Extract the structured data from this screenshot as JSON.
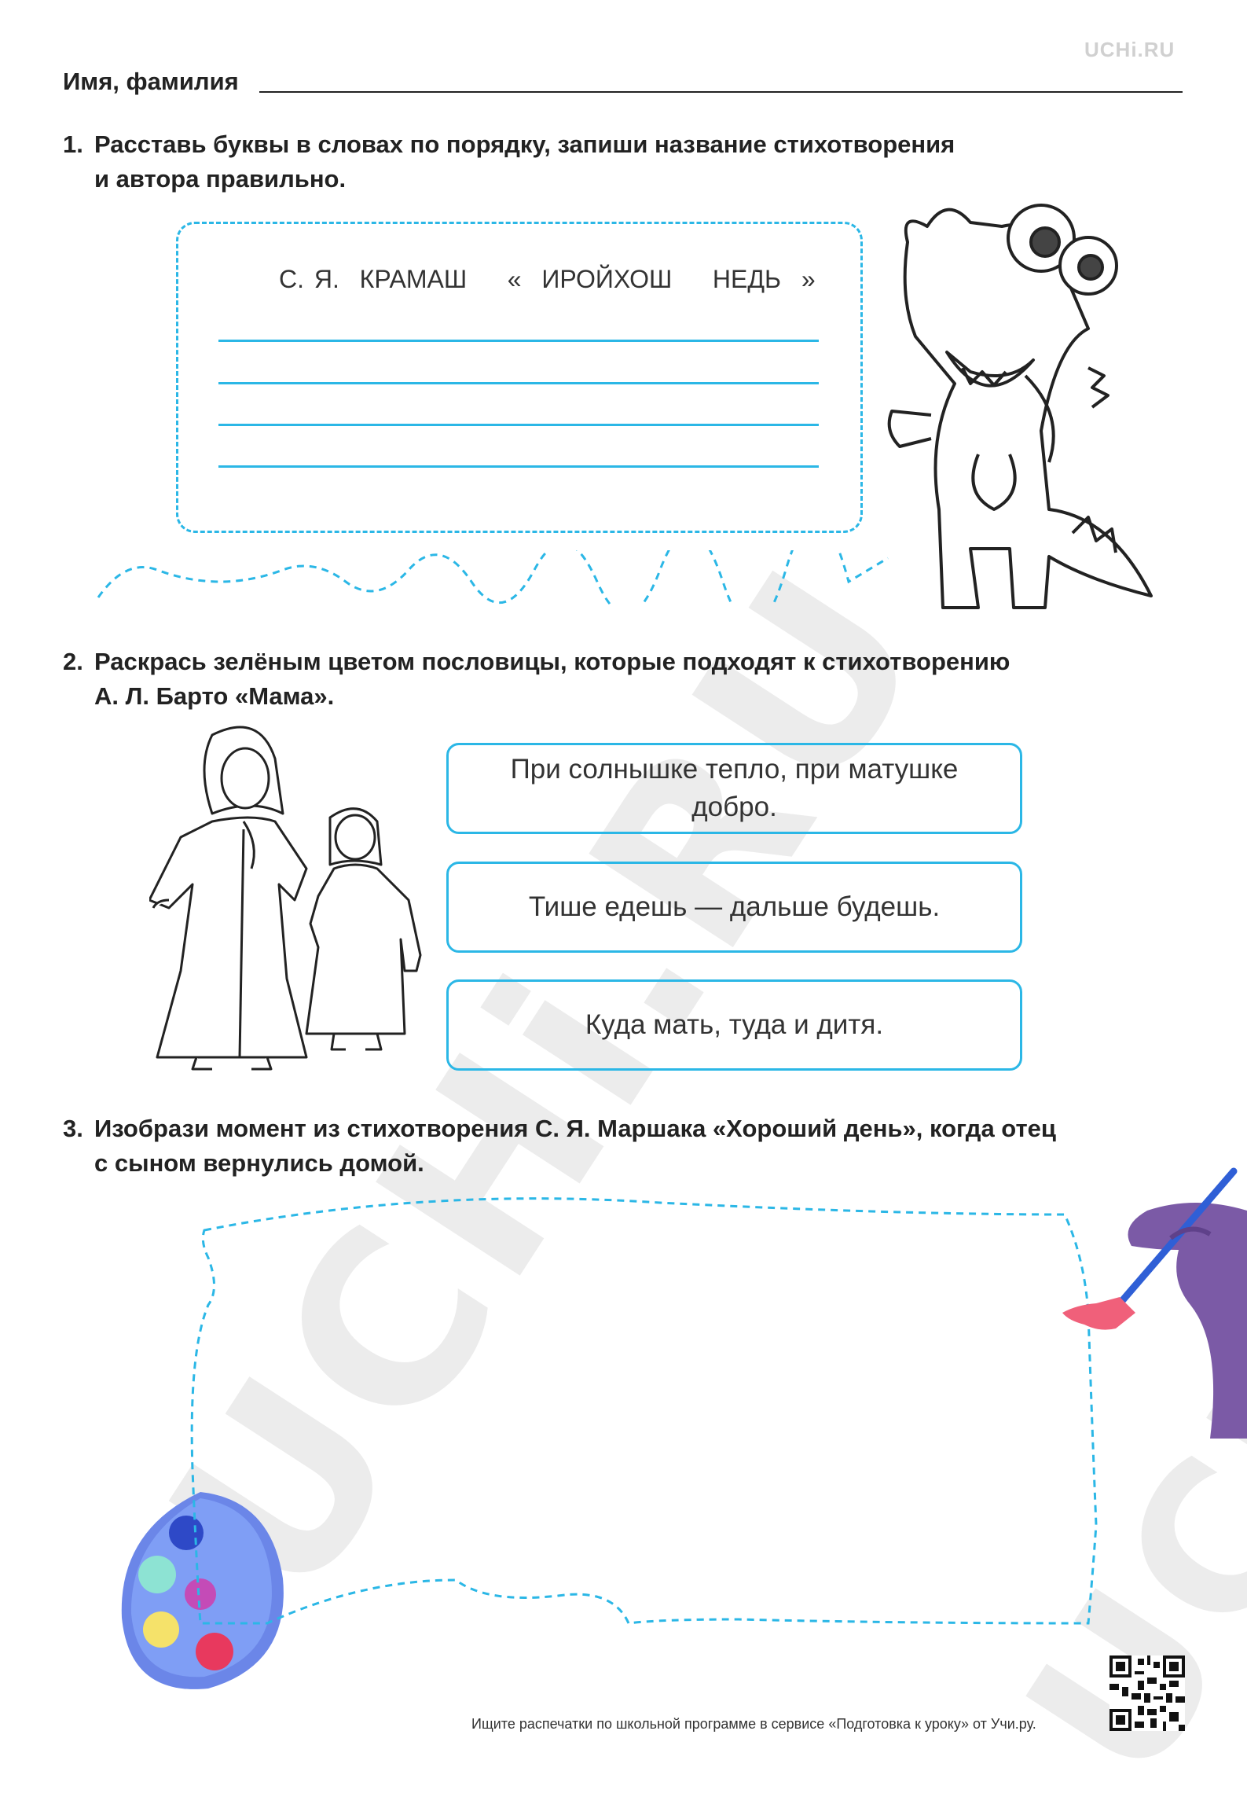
{
  "brand": "UCHi.RU",
  "watermark": "UCHi.RU",
  "name_label": "Имя, фамилия",
  "questions": [
    {
      "number": "1.",
      "text": "Расставь буквы в словах по порядку, запиши название стихотворения\nи автора правильно."
    },
    {
      "number": "2.",
      "text": "Раскрась зелёным цветом пословицы, которые подходят к стихотворению\nА. Л. Барто «Мама»."
    },
    {
      "number": "3.",
      "text": "Изобрази момент из стихотворения С. Я. Маршака «Хороший день», когда отец\nс сыном вернулись домой."
    }
  ],
  "scrambled_text": "С. Я.  КРАМАШ    «  ИРОЙХОШ    НЕДЬ  »",
  "proverbs": [
    "При солнышке тепло, при матушке добро.",
    "Тише едешь — дальше будешь.",
    "Куда мать, туда и дитя."
  ],
  "footer": "Ищите распечатки по школьной программе в сервисе «Подготовка к уроку» от Учи.ру.",
  "colors": {
    "accent": "#2bb7e6",
    "palette": "#7f9ef5",
    "hand": "#7b5aa6",
    "brush_tip": "#f0607a"
  },
  "icons": [
    "dino-character-icon",
    "mother-daughter-illustration",
    "paint-palette-icon",
    "hand-brush-icon",
    "qr-code-icon"
  ]
}
